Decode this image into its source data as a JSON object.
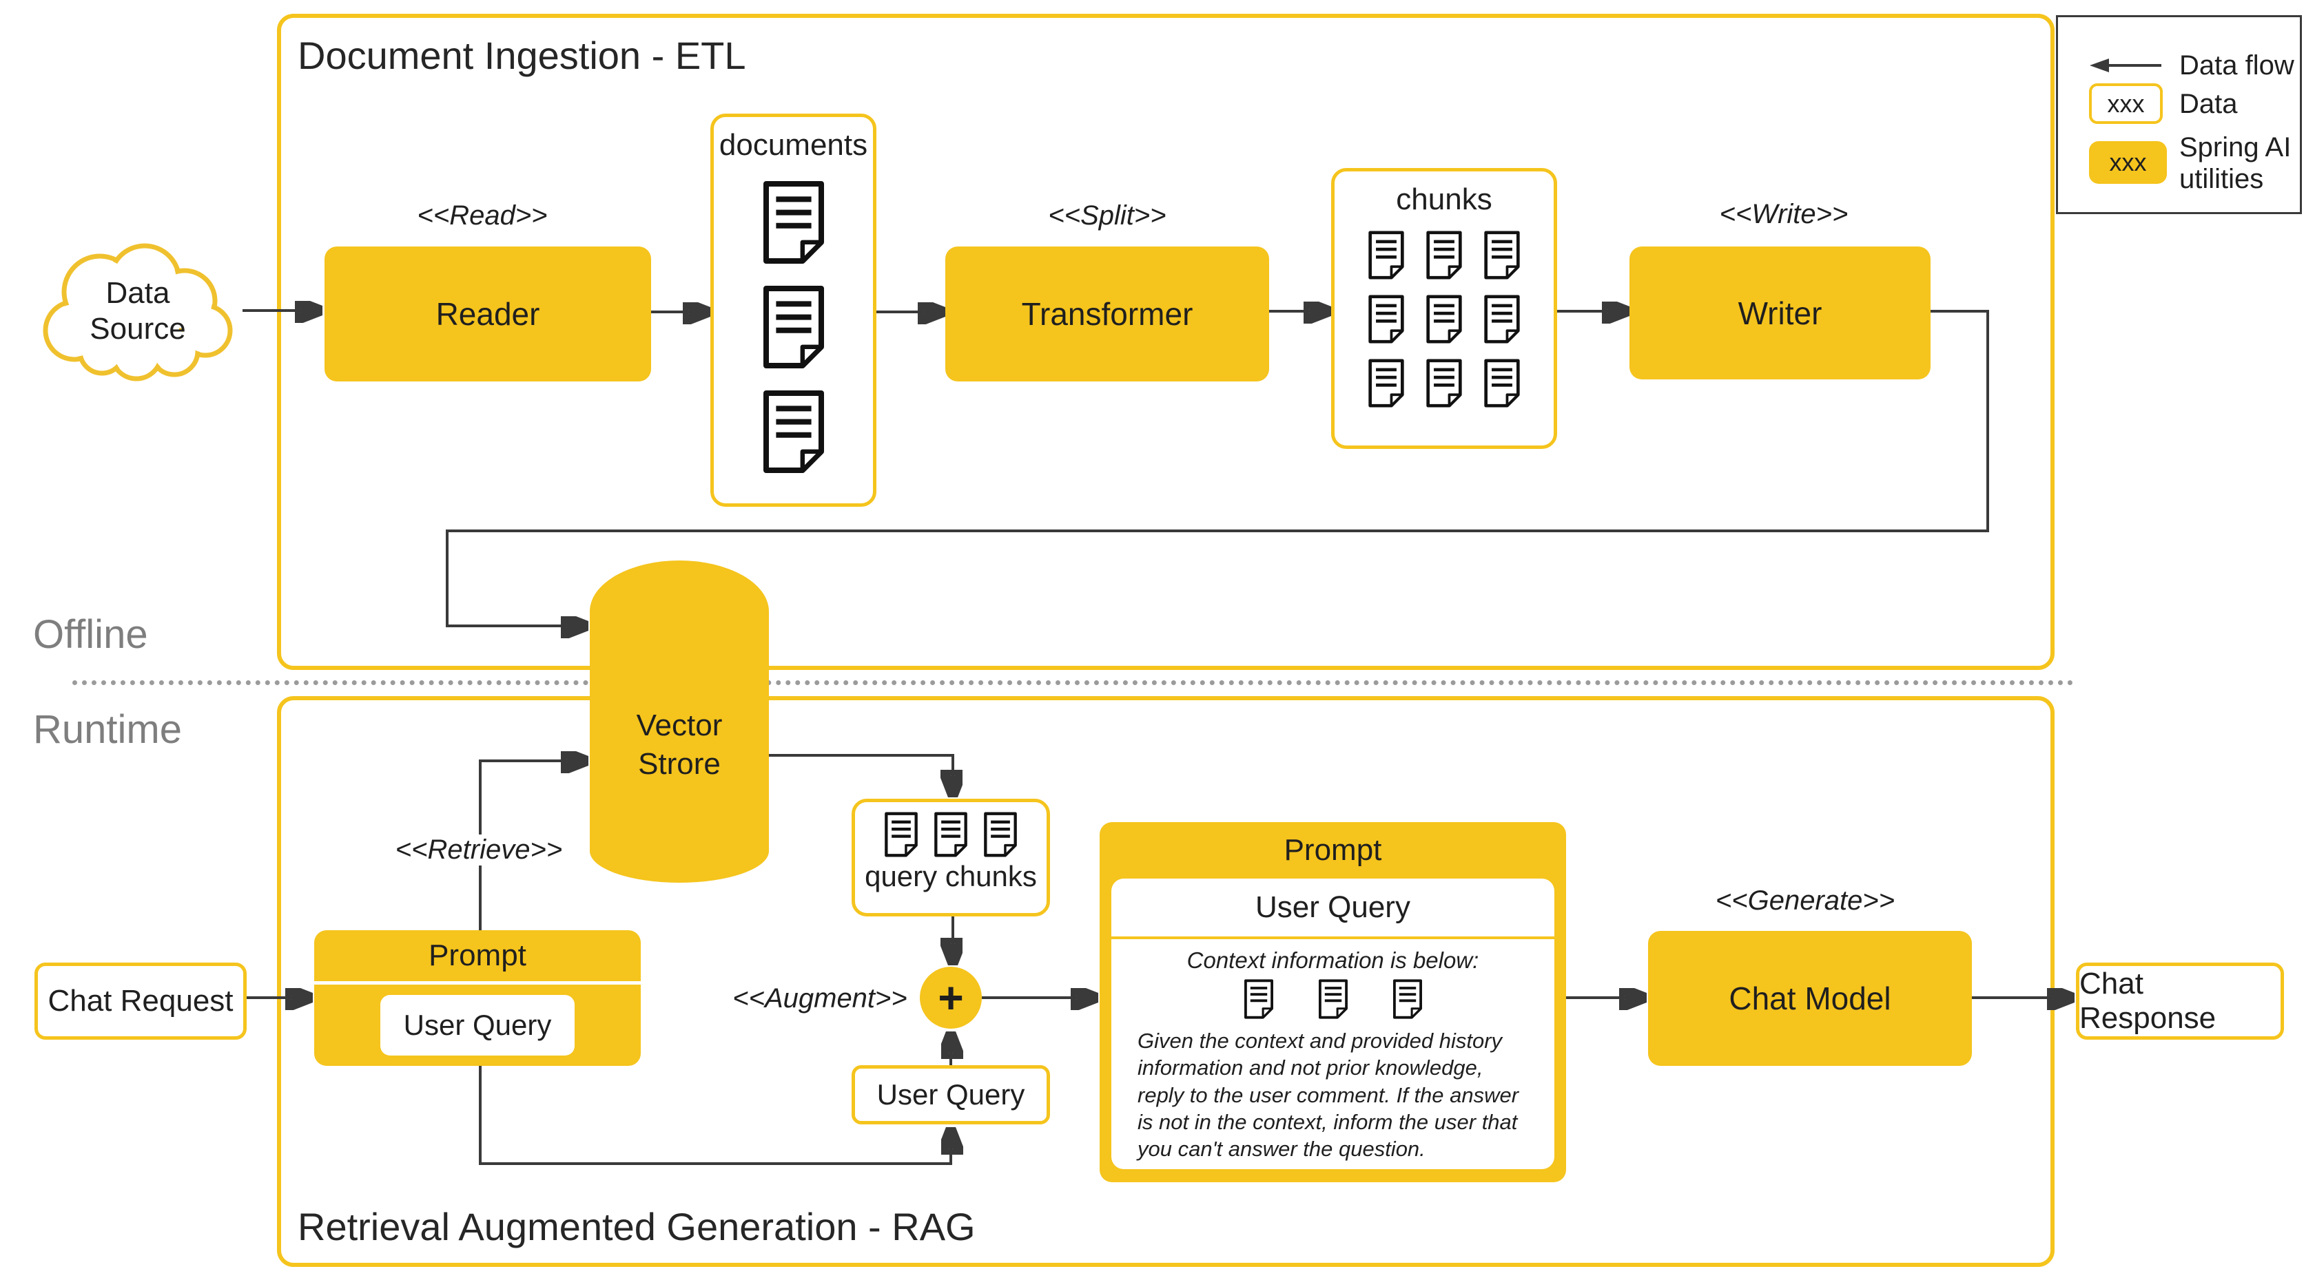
{
  "colors": {
    "brand_yellow": "#F5C41D",
    "line": "#3A3A3A",
    "section_label_gray": "#7E7E7E",
    "icon_stroke": "#111111",
    "background": "#FFFFFF"
  },
  "legend": {
    "data_flow": "Data flow",
    "data_sample": "xxx",
    "data": "Data",
    "spring_sample": "xxx",
    "spring": "Spring AI utilities"
  },
  "offline": {
    "section": "Offline",
    "title": "Document Ingestion - ETL",
    "data_source_line1": "Data",
    "data_source_line2": "Source",
    "read": "<<Read>>",
    "reader": "Reader",
    "documents": "documents",
    "split": "<<Split>>",
    "transformer": "Transformer",
    "chunks": "chunks",
    "write": "<<Write>>",
    "writer": "Writer"
  },
  "vector_store": {
    "line1": "Vector",
    "line2": "Strore"
  },
  "runtime": {
    "section": "Runtime",
    "title": "Retrieval Augmented Generation - RAG",
    "chat_request": "Chat Request",
    "retrieve": "<<Retrieve>>",
    "prompt_title": "Prompt",
    "prompt_user_query": "User Query",
    "query_chunks": "query chunks",
    "augment": "<<Augment>>",
    "plus": "+",
    "user_query": "User Query",
    "big_prompt": {
      "title": "Prompt",
      "user_query": "User Query",
      "context_heading": "Context information is below:",
      "instructions": "Given the context and provided history information and not prior knowledge, reply to the user comment. If the answer is not in the context, inform the user that you can't answer the question."
    },
    "generate": "<<Generate>>",
    "chat_model": "Chat Model",
    "chat_response": "Chat Response"
  }
}
